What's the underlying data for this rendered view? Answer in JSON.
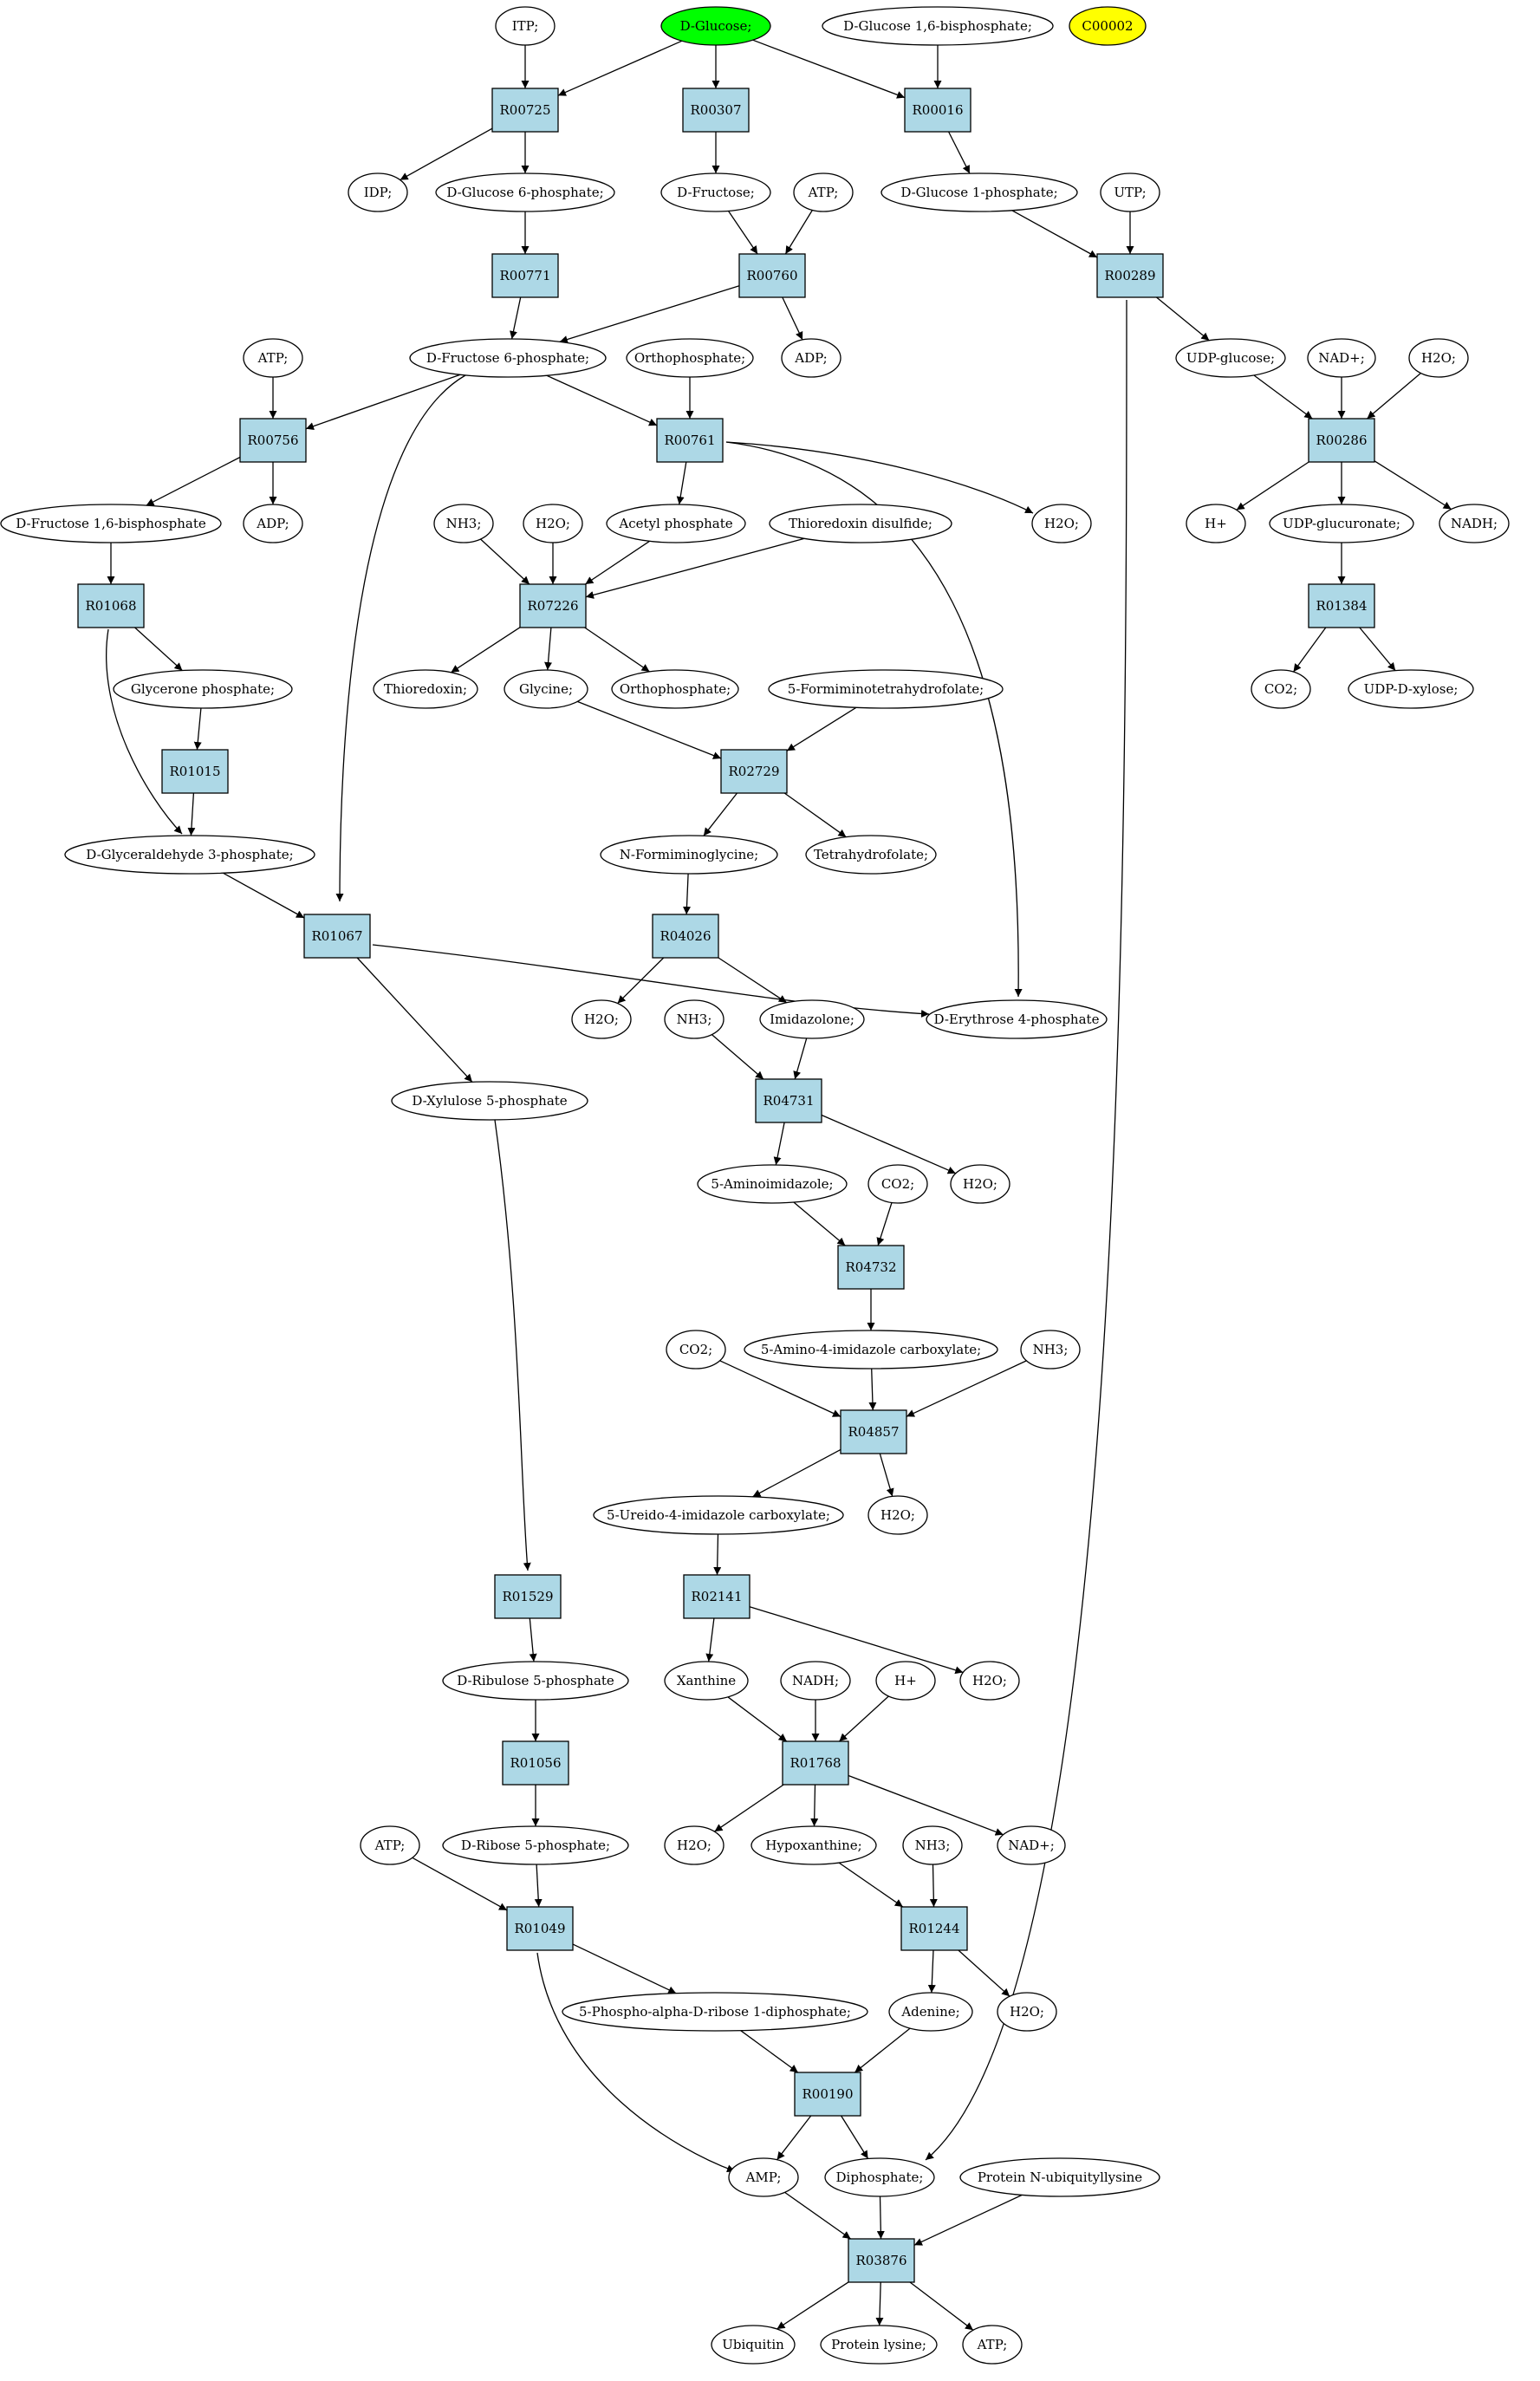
{
  "colors": {
    "background": "#ffffff",
    "compound_fill": "#ffffff",
    "reaction_fill": "#add8e6",
    "start_fill": "#00ff00",
    "highlight_fill": "#ffff00",
    "stroke": "#000000"
  },
  "compounds": [
    {
      "id": "itp",
      "label": "ITP;"
    },
    {
      "id": "glucose",
      "label": "D-Glucose;",
      "fill": "#00ff00"
    },
    {
      "id": "g16bp",
      "label": "D-Glucose 1,6-bisphosphate;"
    },
    {
      "id": "c00002",
      "label": "C00002",
      "fill": "#ffff00"
    },
    {
      "id": "idp",
      "label": "IDP;"
    },
    {
      "id": "g6p",
      "label": "D-Glucose 6-phosphate;"
    },
    {
      "id": "fructose",
      "label": "D-Fructose;"
    },
    {
      "id": "atp1",
      "label": "ATP;"
    },
    {
      "id": "g1p",
      "label": "D-Glucose 1-phosphate;"
    },
    {
      "id": "utp",
      "label": "UTP;"
    },
    {
      "id": "atp2",
      "label": "ATP;"
    },
    {
      "id": "f6p",
      "label": "D-Fructose 6-phosphate;"
    },
    {
      "id": "orthoP1",
      "label": "Orthophosphate;"
    },
    {
      "id": "adp1",
      "label": "ADP;"
    },
    {
      "id": "udpglc",
      "label": "UDP-glucose;"
    },
    {
      "id": "nad1",
      "label": "NAD+;"
    },
    {
      "id": "h2o_a",
      "label": "H2O;"
    },
    {
      "id": "f16bp",
      "label": "D-Fructose 1,6-bisphosphate"
    },
    {
      "id": "adp2",
      "label": "ADP;"
    },
    {
      "id": "nh3_a",
      "label": "NH3;"
    },
    {
      "id": "h2o_b",
      "label": "H2O;"
    },
    {
      "id": "acetylP",
      "label": "Acetyl phosphate"
    },
    {
      "id": "thioS",
      "label": "Thioredoxin disulfide;"
    },
    {
      "id": "h2o_c",
      "label": "H2O;"
    },
    {
      "id": "hplus1",
      "label": "H+"
    },
    {
      "id": "udpglcA",
      "label": "UDP-glucuronate;"
    },
    {
      "id": "nadh1",
      "label": "NADH;"
    },
    {
      "id": "gly3p",
      "label": "Glycerone phosphate;"
    },
    {
      "id": "thio",
      "label": "Thioredoxin;"
    },
    {
      "id": "glycine",
      "label": "Glycine;"
    },
    {
      "id": "orthoP2",
      "label": "Orthophosphate;"
    },
    {
      "id": "formTHF",
      "label": "5-Formiminotetrahydrofolate;"
    },
    {
      "id": "co2_a",
      "label": "CO2;"
    },
    {
      "id": "udpxyl",
      "label": "UDP-D-xylose;"
    },
    {
      "id": "ga3p",
      "label": "D-Glyceraldehyde 3-phosphate;"
    },
    {
      "id": "nformgly",
      "label": "N-Formiminoglycine;"
    },
    {
      "id": "thf",
      "label": "Tetrahydrofolate;"
    },
    {
      "id": "h2o_d",
      "label": "H2O;"
    },
    {
      "id": "nh3_b",
      "label": "NH3;"
    },
    {
      "id": "imidazolone",
      "label": "Imidazolone;"
    },
    {
      "id": "e4p",
      "label": "D-Erythrose 4-phosphate"
    },
    {
      "id": "xu5p",
      "label": "D-Xylulose 5-phosphate"
    },
    {
      "id": "aminoimid",
      "label": "5-Aminoimidazole;"
    },
    {
      "id": "co2_b",
      "label": "CO2;"
    },
    {
      "id": "h2o_e",
      "label": "H2O;"
    },
    {
      "id": "co2_c",
      "label": "CO2;"
    },
    {
      "id": "aicarb",
      "label": "5-Amino-4-imidazole carboxylate;"
    },
    {
      "id": "nh3_c",
      "label": "NH3;"
    },
    {
      "id": "ureido",
      "label": "5-Ureido-4-imidazole carboxylate;"
    },
    {
      "id": "h2o_f",
      "label": "H2O;"
    },
    {
      "id": "ru5p",
      "label": "D-Ribulose 5-phosphate"
    },
    {
      "id": "xanthine",
      "label": "Xanthine"
    },
    {
      "id": "nadh2",
      "label": "NADH;"
    },
    {
      "id": "hplus2",
      "label": "H+"
    },
    {
      "id": "h2o_g",
      "label": "H2O;"
    },
    {
      "id": "atp3",
      "label": "ATP;"
    },
    {
      "id": "r5p",
      "label": "D-Ribose 5-phosphate;"
    },
    {
      "id": "h2o_h",
      "label": "H2O;"
    },
    {
      "id": "hypox",
      "label": "Hypoxanthine;"
    },
    {
      "id": "nh3_d",
      "label": "NH3;"
    },
    {
      "id": "nad2",
      "label": "NAD+;"
    },
    {
      "id": "prpp",
      "label": "5-Phospho-alpha-D-ribose 1-diphosphate;"
    },
    {
      "id": "adenine",
      "label": "Adenine;"
    },
    {
      "id": "h2o_i",
      "label": "H2O;"
    },
    {
      "id": "amp",
      "label": "AMP;"
    },
    {
      "id": "diphos",
      "label": "Diphosphate;"
    },
    {
      "id": "pnubl",
      "label": "Protein N-ubiquityllysine"
    },
    {
      "id": "ubiquitin",
      "label": "Ubiquitin"
    },
    {
      "id": "plys",
      "label": "Protein lysine;"
    },
    {
      "id": "atp4",
      "label": "ATP;"
    }
  ],
  "reactions": [
    {
      "id": "R00725",
      "label": "R00725"
    },
    {
      "id": "R00307",
      "label": "R00307"
    },
    {
      "id": "R00016",
      "label": "R00016"
    },
    {
      "id": "R00771",
      "label": "R00771"
    },
    {
      "id": "R00760",
      "label": "R00760"
    },
    {
      "id": "R00289",
      "label": "R00289"
    },
    {
      "id": "R00756",
      "label": "R00756"
    },
    {
      "id": "R00761",
      "label": "R00761"
    },
    {
      "id": "R00286",
      "label": "R00286"
    },
    {
      "id": "R07226",
      "label": "R07226"
    },
    {
      "id": "R01068",
      "label": "R01068"
    },
    {
      "id": "R01384",
      "label": "R01384"
    },
    {
      "id": "R01015",
      "label": "R01015"
    },
    {
      "id": "R02729",
      "label": "R02729"
    },
    {
      "id": "R01067",
      "label": "R01067"
    },
    {
      "id": "R04026",
      "label": "R04026"
    },
    {
      "id": "R04731",
      "label": "R04731"
    },
    {
      "id": "R04732",
      "label": "R04732"
    },
    {
      "id": "R04857",
      "label": "R04857"
    },
    {
      "id": "R01529",
      "label": "R01529"
    },
    {
      "id": "R02141",
      "label": "R02141"
    },
    {
      "id": "R01056",
      "label": "R01056"
    },
    {
      "id": "R01768",
      "label": "R01768"
    },
    {
      "id": "R01049",
      "label": "R01049"
    },
    {
      "id": "R01244",
      "label": "R01244"
    },
    {
      "id": "R00190",
      "label": "R00190"
    },
    {
      "id": "R03876",
      "label": "R03876"
    }
  ],
  "edges": [
    [
      "itp",
      "R00725"
    ],
    [
      "glucose",
      "R00725"
    ],
    [
      "R00725",
      "idp"
    ],
    [
      "R00725",
      "g6p"
    ],
    [
      "glucose",
      "R00307"
    ],
    [
      "R00307",
      "fructose"
    ],
    [
      "glucose",
      "R00016"
    ],
    [
      "g16bp",
      "R00016"
    ],
    [
      "R00016",
      "g1p"
    ],
    [
      "g6p",
      "R00771"
    ],
    [
      "R00771",
      "f6p"
    ],
    [
      "fructose",
      "R00760"
    ],
    [
      "atp1",
      "R00760"
    ],
    [
      "R00760",
      "f6p"
    ],
    [
      "R00760",
      "adp1"
    ],
    [
      "g1p",
      "R00289"
    ],
    [
      "utp",
      "R00289"
    ],
    [
      "R00289",
      "udpglc"
    ],
    [
      "R00289",
      "diphos"
    ],
    [
      "f6p",
      "R00756"
    ],
    [
      "atp2",
      "R00756"
    ],
    [
      "R00756",
      "f16bp"
    ],
    [
      "R00756",
      "adp2"
    ],
    [
      "f6p",
      "R00761"
    ],
    [
      "orthoP1",
      "R00761"
    ],
    [
      "R00761",
      "acetylP"
    ],
    [
      "R00761",
      "h2o_c"
    ],
    [
      "R00761",
      "e4p"
    ],
    [
      "udpglc",
      "R00286"
    ],
    [
      "nad1",
      "R00286"
    ],
    [
      "h2o_a",
      "R00286"
    ],
    [
      "R00286",
      "hplus1"
    ],
    [
      "R00286",
      "udpglcA"
    ],
    [
      "R00286",
      "nadh1"
    ],
    [
      "nh3_a",
      "R07226"
    ],
    [
      "h2o_b",
      "R07226"
    ],
    [
      "acetylP",
      "R07226"
    ],
    [
      "thioS",
      "R07226"
    ],
    [
      "R07226",
      "thio"
    ],
    [
      "R07226",
      "glycine"
    ],
    [
      "R07226",
      "orthoP2"
    ],
    [
      "f16bp",
      "R01068"
    ],
    [
      "R01068",
      "gly3p"
    ],
    [
      "R01068",
      "ga3p"
    ],
    [
      "udpglcA",
      "R01384"
    ],
    [
      "R01384",
      "co2_a"
    ],
    [
      "R01384",
      "udpxyl"
    ],
    [
      "gly3p",
      "R01015"
    ],
    [
      "R01015",
      "ga3p"
    ],
    [
      "glycine",
      "R02729"
    ],
    [
      "formTHF",
      "R02729"
    ],
    [
      "R02729",
      "nformgly"
    ],
    [
      "R02729",
      "thf"
    ],
    [
      "f6p",
      "R01067"
    ],
    [
      "ga3p",
      "R01067"
    ],
    [
      "R01067",
      "e4p"
    ],
    [
      "R01067",
      "xu5p"
    ],
    [
      "nformgly",
      "R04026"
    ],
    [
      "R04026",
      "h2o_d"
    ],
    [
      "R04026",
      "imidazolone"
    ],
    [
      "nh3_b",
      "R04731"
    ],
    [
      "imidazolone",
      "R04731"
    ],
    [
      "R04731",
      "aminoimid"
    ],
    [
      "R04731",
      "h2o_e"
    ],
    [
      "aminoimid",
      "R04732"
    ],
    [
      "co2_b",
      "R04732"
    ],
    [
      "R04732",
      "aicarb"
    ],
    [
      "co2_c",
      "R04857"
    ],
    [
      "aicarb",
      "R04857"
    ],
    [
      "nh3_c",
      "R04857"
    ],
    [
      "R04857",
      "ureido"
    ],
    [
      "R04857",
      "h2o_f"
    ],
    [
      "xu5p",
      "R01529"
    ],
    [
      "R01529",
      "ru5p"
    ],
    [
      "ureido",
      "R02141"
    ],
    [
      "R02141",
      "xanthine"
    ],
    [
      "R02141",
      "h2o_g"
    ],
    [
      "ru5p",
      "R01056"
    ],
    [
      "R01056",
      "r5p"
    ],
    [
      "xanthine",
      "R01768"
    ],
    [
      "nadh2",
      "R01768"
    ],
    [
      "hplus2",
      "R01768"
    ],
    [
      "R01768",
      "h2o_h"
    ],
    [
      "R01768",
      "hypox"
    ],
    [
      "R01768",
      "nad2"
    ],
    [
      "atp3",
      "R01049"
    ],
    [
      "r5p",
      "R01049"
    ],
    [
      "R01049",
      "prpp"
    ],
    [
      "R01049",
      "amp"
    ],
    [
      "hypox",
      "R01244"
    ],
    [
      "nh3_d",
      "R01244"
    ],
    [
      "R01244",
      "adenine"
    ],
    [
      "R01244",
      "h2o_i"
    ],
    [
      "prpp",
      "R00190"
    ],
    [
      "adenine",
      "R00190"
    ],
    [
      "R00190",
      "amp"
    ],
    [
      "R00190",
      "diphos"
    ],
    [
      "amp",
      "R03876"
    ],
    [
      "diphos",
      "R03876"
    ],
    [
      "pnubl",
      "R03876"
    ],
    [
      "R03876",
      "ubiquitin"
    ],
    [
      "R03876",
      "plys"
    ],
    [
      "R03876",
      "atp4"
    ]
  ]
}
